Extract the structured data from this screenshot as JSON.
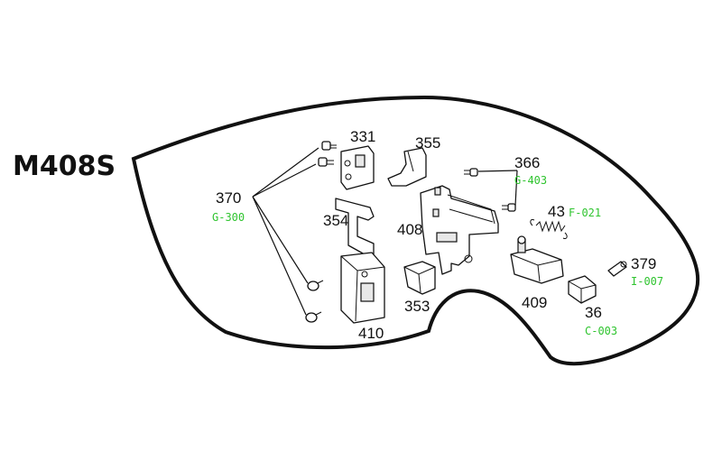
{
  "model": "M408S",
  "colors": {
    "code": "#2fc42f",
    "line": "#111111"
  },
  "labels": {
    "p331": "331",
    "p355": "355",
    "p366": "366",
    "c366": "G-403",
    "p370": "370",
    "c370": "G-300",
    "p354": "354",
    "p408": "408",
    "p43": "43",
    "c43": "F-021",
    "p379": "379",
    "c379": "I-007",
    "p353": "353",
    "p409": "409",
    "p410": "410",
    "p36": "36",
    "c36": "C-003"
  }
}
